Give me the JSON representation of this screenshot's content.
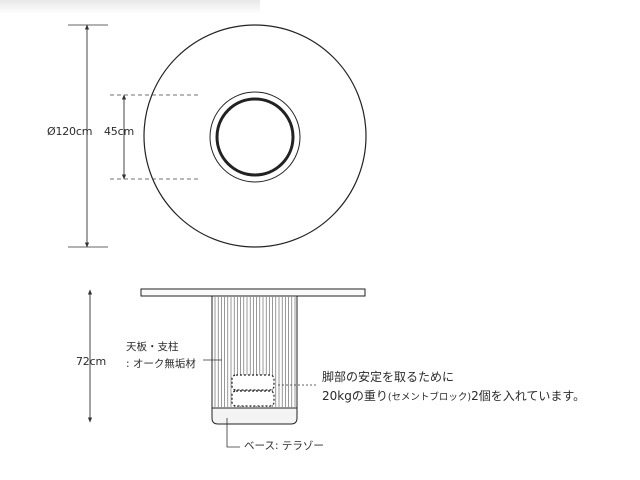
{
  "top_view": {
    "diameter_label": "Ø120cm",
    "base_diameter_label": "45cm"
  },
  "side_view": {
    "height_label": "72cm",
    "material_line1": "天板・支柱",
    "material_line2": ": オーク無垢材",
    "weight_note_line1": "脚部の安定を取るために",
    "weight_note_line2_a": "20kgの重り",
    "weight_note_line2_small": "(セメントブロック)",
    "weight_note_line2_b": "2個を入れています。",
    "base_label": "ベース: テラゾー"
  }
}
